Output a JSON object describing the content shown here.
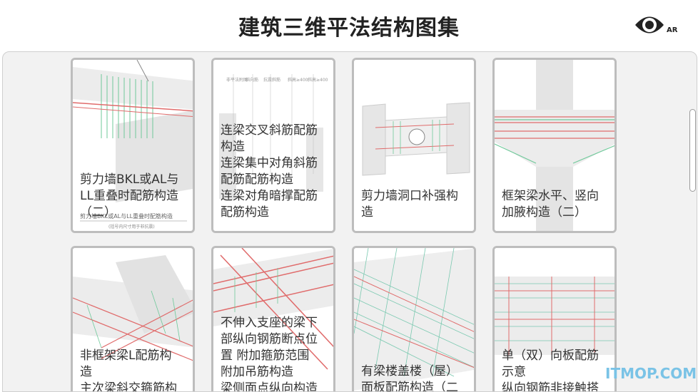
{
  "header": {
    "title": "建筑三维平法结构图集",
    "ar_label": "AR"
  },
  "cards": [
    {
      "label": "剪力墙BKL或AL与\nLL重叠时配筋构造\n（二）"
    },
    {
      "label": "连梁交叉斜筋配筋\n构造\n连梁集中对角斜筋\n配筋配筋构造\n连梁对角暗撑配筋\n配筋构造"
    },
    {
      "label": "剪力墙洞口补强构\n造"
    },
    {
      "label": "框架梁水平、竖向\n加腋构造（二）"
    },
    {
      "label": "非框架梁L配筋构\n造\n主次梁斜交箍筋构"
    },
    {
      "label": "不伸入支座的梁下\n部纵向钢筋断点位\n置 附加箍筋范围\n附加吊筋构造\n梁侧面点纵向构造"
    },
    {
      "label": "有梁楼盖楼（屋）\n面板配筋构造（二"
    },
    {
      "label": "单（双）向板配筋\n示意\n纵向钢筋非接触搭"
    }
  ],
  "art_text": {
    "card1_caption": "剪力墙BKL或AL与LL重叠时配筋构造",
    "card1_subcaption": "(括号内尺寸用于非抗震)",
    "card2_cols": [
      "非平法附图",
      "斜向筋",
      "抗震斜筋",
      "斜高≥400",
      "斜高≥400"
    ]
  },
  "watermark": "ITMOP.COM",
  "colors": {
    "rebar_red": "#e06b6b",
    "rebar_green": "#6fc99a",
    "concrete": "#d9d9d9",
    "watermark": "#7ac3e6"
  }
}
